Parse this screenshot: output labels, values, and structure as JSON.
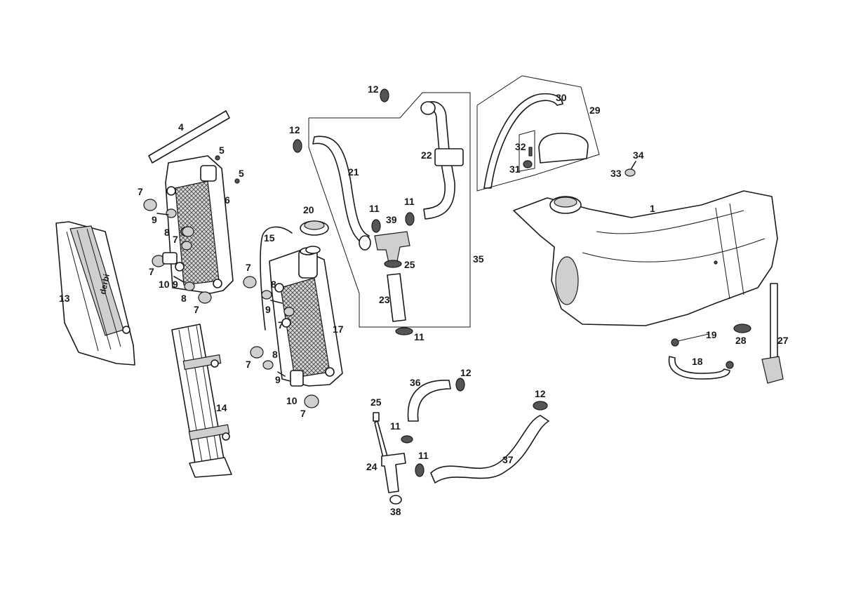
{
  "callouts": {
    "c1": "1",
    "c4": "4",
    "c5a": "5",
    "c5b": "5",
    "c6": "6",
    "c7a": "7",
    "c7b": "7",
    "c7c": "7",
    "c7d": "7",
    "c7e": "7",
    "c7f": "7",
    "c7g": "7",
    "c7h": "7",
    "c8a": "8",
    "c8b": "8",
    "c8c": "8",
    "c8d": "8",
    "c9a": "9",
    "c9b": "9",
    "c9c": "9",
    "c9d": "9",
    "c10a": "10",
    "c10b": "10",
    "c11a": "11",
    "c11b": "11",
    "c11c": "11",
    "c11d": "11",
    "c11e": "11",
    "c12a": "12",
    "c12b": "12",
    "c12c": "12",
    "c12d": "12",
    "c13": "13",
    "c14": "14",
    "c15": "15",
    "c17": "17",
    "c18": "18",
    "c19": "19",
    "c20": "20",
    "c21": "21",
    "c22": "22",
    "c23": "23",
    "c24": "24",
    "c25a": "25",
    "c25b": "25",
    "c27": "27",
    "c28": "28",
    "c29": "29",
    "c30": "30",
    "c31": "31",
    "c32": "32",
    "c33": "33",
    "c34": "34",
    "c35": "35",
    "c36": "36",
    "c37": "37",
    "c38": "38",
    "c39": "39"
  },
  "brand_mark": "derbi"
}
